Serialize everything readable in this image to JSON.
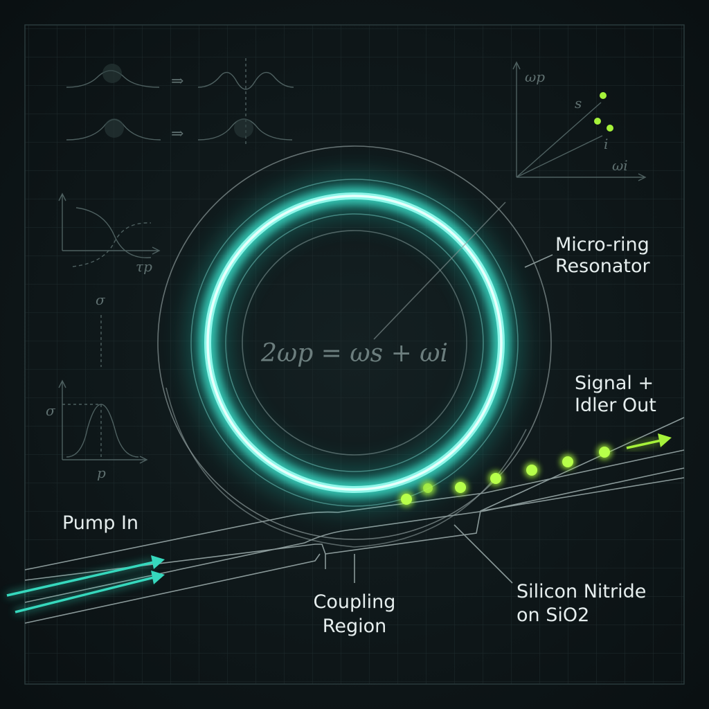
{
  "labels": {
    "micro_ring_line1": "Micro-ring",
    "micro_ring_line2": "Resonator",
    "signal_line1": "Signal +",
    "signal_line2": "Idler Out",
    "pump_in": "Pump In",
    "coupling_line1": "Coupling",
    "coupling_line2": "Region",
    "material_line1": "Silicon Nitride",
    "material_line2": "on SiO2"
  },
  "equation": "2ωp = ωs + ωi",
  "sketch_labels": {
    "omega_p_axis": "ωp",
    "omega_i_axis": "ωi",
    "s": "s",
    "i": "i",
    "tau_p": "τp",
    "sigma_1": "σ",
    "sigma_2": "σ",
    "p": "p",
    "arrow_1": "⇒",
    "arrow_2": "⇒"
  },
  "colors": {
    "background": "#0d1416",
    "grid": "#1f2c2e",
    "ring_glow": "#3de8d2",
    "photon": "#a6f23a",
    "pump_arrow": "#2fcfb4",
    "label_text": "#e6eeee"
  }
}
